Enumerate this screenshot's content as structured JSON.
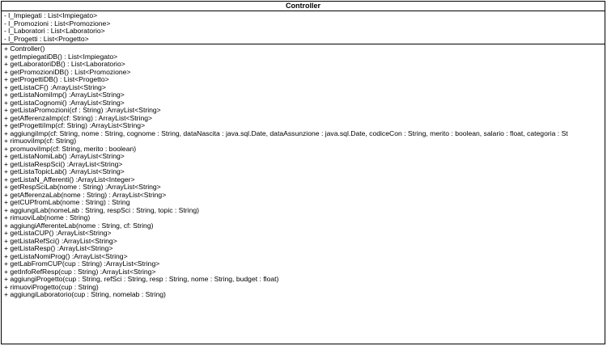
{
  "class_name": "Controller",
  "attributes": [
    "- l_Impiegati : List<Impiegato>",
    "- l_Promozioni : List<Promozione>",
    "- l_Laboratori : List<Laboratorio>",
    "- l_Progetti : List<Progetto>"
  ],
  "methods": [
    "+ Controller()",
    "+ getImpiegatiDB() : List<Impiegato>",
    "+ getLaboratoriDB() : List<Laboratorio>",
    "+ getPromozioniDB() : List<Promozione>",
    "+ getProgettiDB() : List<Progetto>",
    "+ getListaCF() :ArrayList<String>",
    "+ getListaNomiImp() :ArrayList<String>",
    "+ getListaCognomi() :ArrayList<String>",
    "+ getListaPromozioni(cf : String) :ArrayList<String>",
    "+ getAfferenzaImp(cf: String) : ArrayList<String>",
    "+ getProgettiImp(cf: String) :ArrayList<String>",
    "+ aggiungiImp(cf: String, nome : String, cognome : String, dataNascita : java.sql.Date, dataAssunzione : java.sql.Date, codiceCon : String, merito : boolean, salario : float, categoria : St",
    "+ rimuoviImp(cf: String)",
    "+ promuoviImp(cf: String, merito : boolean)",
    "+ getListaNomiLab() :ArrayList<String>",
    "+ getListaRespSci() :ArrayList<String>",
    "+ getListaTopicLab() :ArrayList<String>",
    "+ getListaN_Afferenti() :ArrayList<Integer>",
    "+ getRespSciLab(nome : String) :ArrayList<String>",
    "+ getAfferenzaLab(nome : String) : ArrayList<String>",
    "+ getCUPfromLab(nome : String) : String",
    "+ aggiungiLab(nomeLab : String, respSci : String, topic : String)",
    "+ rimuoviLab(nome : String)",
    "+ aggiungiAfferenteLab(nome : String, cf: String)",
    "+ getListaCUP() :ArrayList<String>",
    "+ getListaRefSci() :ArrayList<String>",
    "+ getListaResp() :ArrayList<String>",
    "+ getListaNomiProg() :ArrayList<String>",
    "+ getLabFromCUP(cup : String) :ArrayList<String>",
    "+ getInfoRefResp(cup : String) :ArrayList<String>",
    "+ aggiungiProgetto(cup : String, refSci : String, resp : String, nome : String, budget : float)",
    "+ rimuoviProgetto(cup : String)",
    "+ aggiungiLaboratorio(cup : String, nomelab : String)"
  ]
}
